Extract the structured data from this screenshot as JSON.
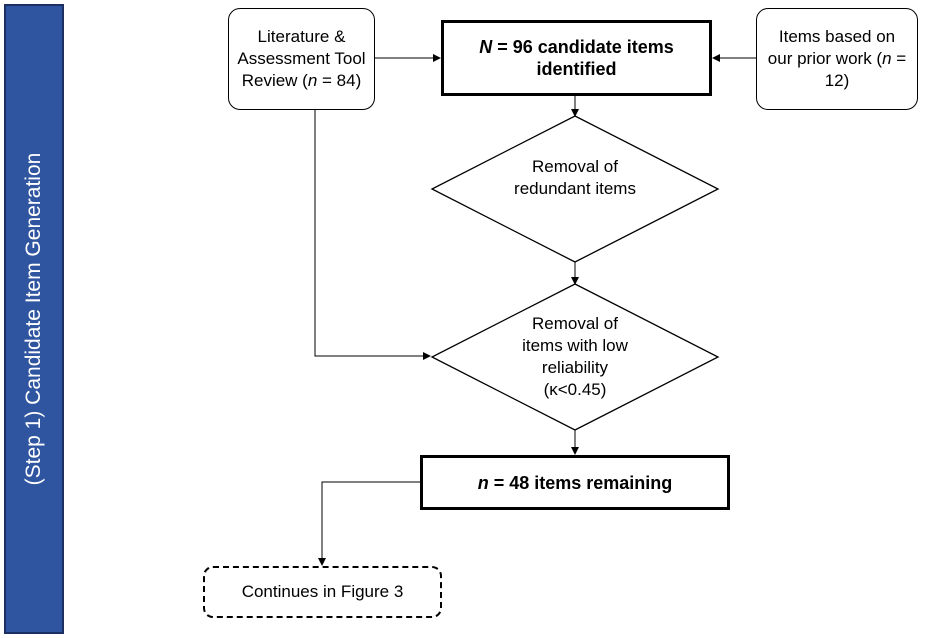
{
  "sidebar": {
    "label": "(Step 1) Candidate Item Generation",
    "color": "#2f55a0"
  },
  "nodes": {
    "lit_review": {
      "text": "Literature & Assessment Tool Review (",
      "n": "n",
      "tail": " = 84)"
    },
    "candidate_items": {
      "n": "N",
      "text": " = 96 candidate items identified"
    },
    "prior_work": {
      "text": "Items based on our prior work (",
      "n": "n",
      "tail": " = 12)"
    },
    "redundant": {
      "text": "Removal of redundant items"
    },
    "low_reliability": {
      "text": "Removal of items with low reliability (κ<0.45)"
    },
    "remaining": {
      "n": "n",
      "text": " = 48 items remaining"
    },
    "continues": {
      "text": "Continues in Figure 3"
    }
  }
}
